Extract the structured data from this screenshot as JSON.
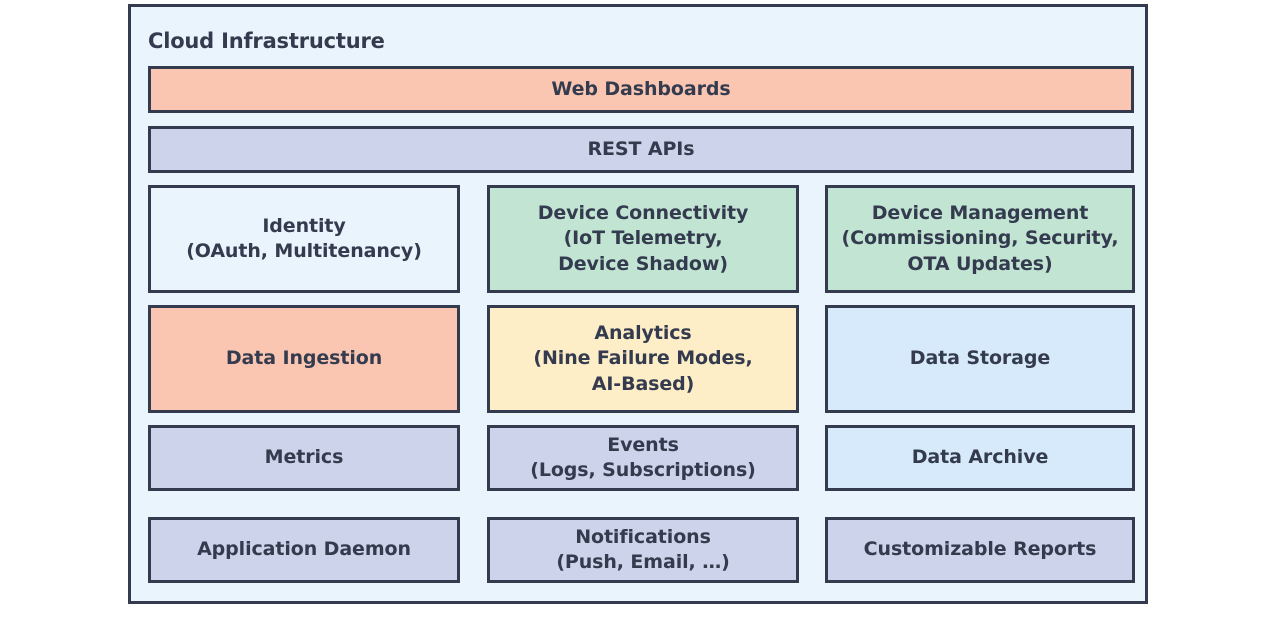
{
  "diagram": {
    "title": "Cloud Infrastructure",
    "type": "layered-architecture-block-diagram",
    "colors": {
      "border": "#343b4f",
      "text": "#343b4f",
      "container_background": "#eaf4fc",
      "page_background": "#ffffff",
      "salmon": "#fac6b2",
      "lavender": "#ccd3ea",
      "green": "#c2e4d3",
      "yellow": "#fdeec7",
      "light_blue": "#d6eafb",
      "pale_blue": "#eaf4fc"
    },
    "banners": [
      {
        "id": "web-dashboards",
        "label": "Web Dashboards",
        "color": "salmon"
      },
      {
        "id": "rest-apis",
        "label": "REST APIs",
        "color": "lavender"
      }
    ],
    "grid": {
      "columns": 3,
      "rows": [
        {
          "id": "row-1",
          "cells": [
            {
              "id": "identity",
              "label": "Identity\n(OAuth, Multitenancy)",
              "color": "pale_blue"
            },
            {
              "id": "device-connectivity",
              "label": "Device Connectivity\n(IoT Telemetry,\nDevice Shadow)",
              "color": "green"
            },
            {
              "id": "device-management",
              "label": "Device Management\n(Commissioning, Security,\nOTA Updates)",
              "color": "green"
            }
          ]
        },
        {
          "id": "row-2",
          "cells": [
            {
              "id": "data-ingestion",
              "label": "Data Ingestion",
              "color": "salmon"
            },
            {
              "id": "analytics",
              "label": "Analytics\n(Nine Failure Modes,\nAI-Based)",
              "color": "yellow"
            },
            {
              "id": "data-storage",
              "label": "Data Storage",
              "color": "light_blue"
            }
          ]
        },
        {
          "id": "row-3",
          "cells": [
            {
              "id": "metrics",
              "label": "Metrics",
              "color": "lavender"
            },
            {
              "id": "events",
              "label": "Events\n(Logs, Subscriptions)",
              "color": "lavender"
            },
            {
              "id": "data-archive",
              "label": "Data Archive",
              "color": "light_blue"
            }
          ]
        },
        {
          "id": "row-4",
          "cells": [
            {
              "id": "application-daemon",
              "label": "Application Daemon",
              "color": "lavender"
            },
            {
              "id": "notifications",
              "label": "Notifications\n(Push, Email, …)",
              "color": "lavender"
            },
            {
              "id": "customizable-reports",
              "label": "Customizable Reports",
              "color": "lavender"
            }
          ]
        }
      ]
    }
  }
}
